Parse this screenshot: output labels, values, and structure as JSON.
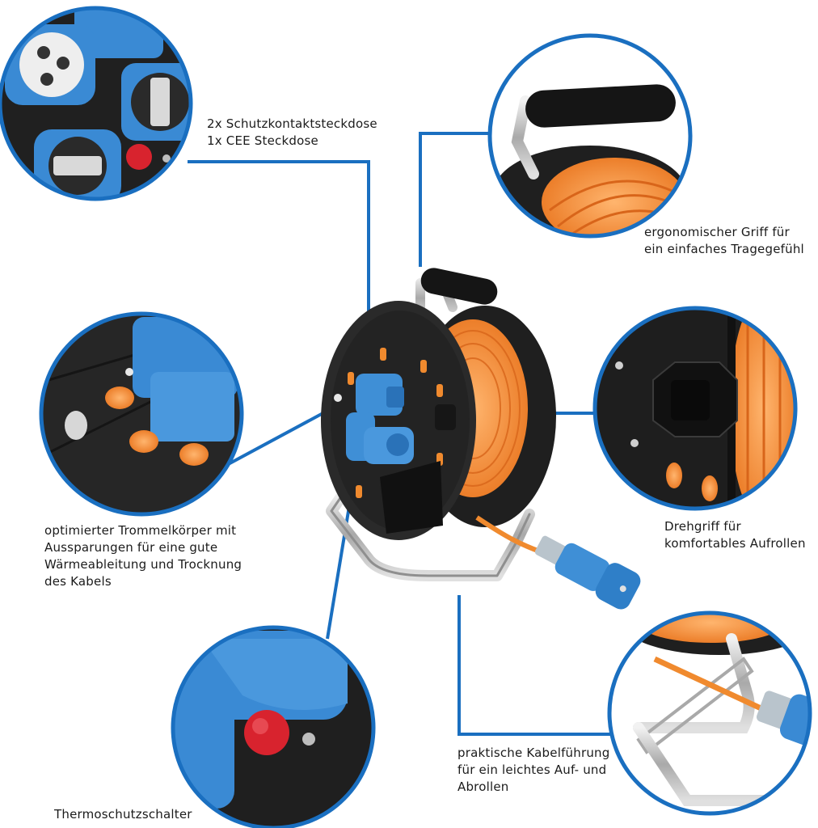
{
  "colors": {
    "accent_blue": "#1a6fc0",
    "cable_orange": "#f08a2e",
    "reel_black": "#1d1d1d",
    "socket_blue": "#3f8fd6",
    "button_red": "#d8232e"
  },
  "callouts": {
    "sockets": [
      "2x Schutzkontaktsteckdose",
      "1x CEE Steckdose"
    ],
    "handle": [
      "ergonomischer Griff für",
      "ein einfaches Tragegefühl"
    ],
    "drum": [
      "optimierter Trommelkörper mit",
      "Aussparungen für eine gute",
      "Wärmeableitung und Trocknung",
      "des Kabels"
    ],
    "crank": [
      "Drehgriff für",
      "komfortables Aufrollen"
    ],
    "guide": [
      "praktische Kabelführung",
      "für ein leichtes Auf- und",
      "Abrollen"
    ],
    "thermal": [
      "Thermoschutzschalter"
    ]
  }
}
